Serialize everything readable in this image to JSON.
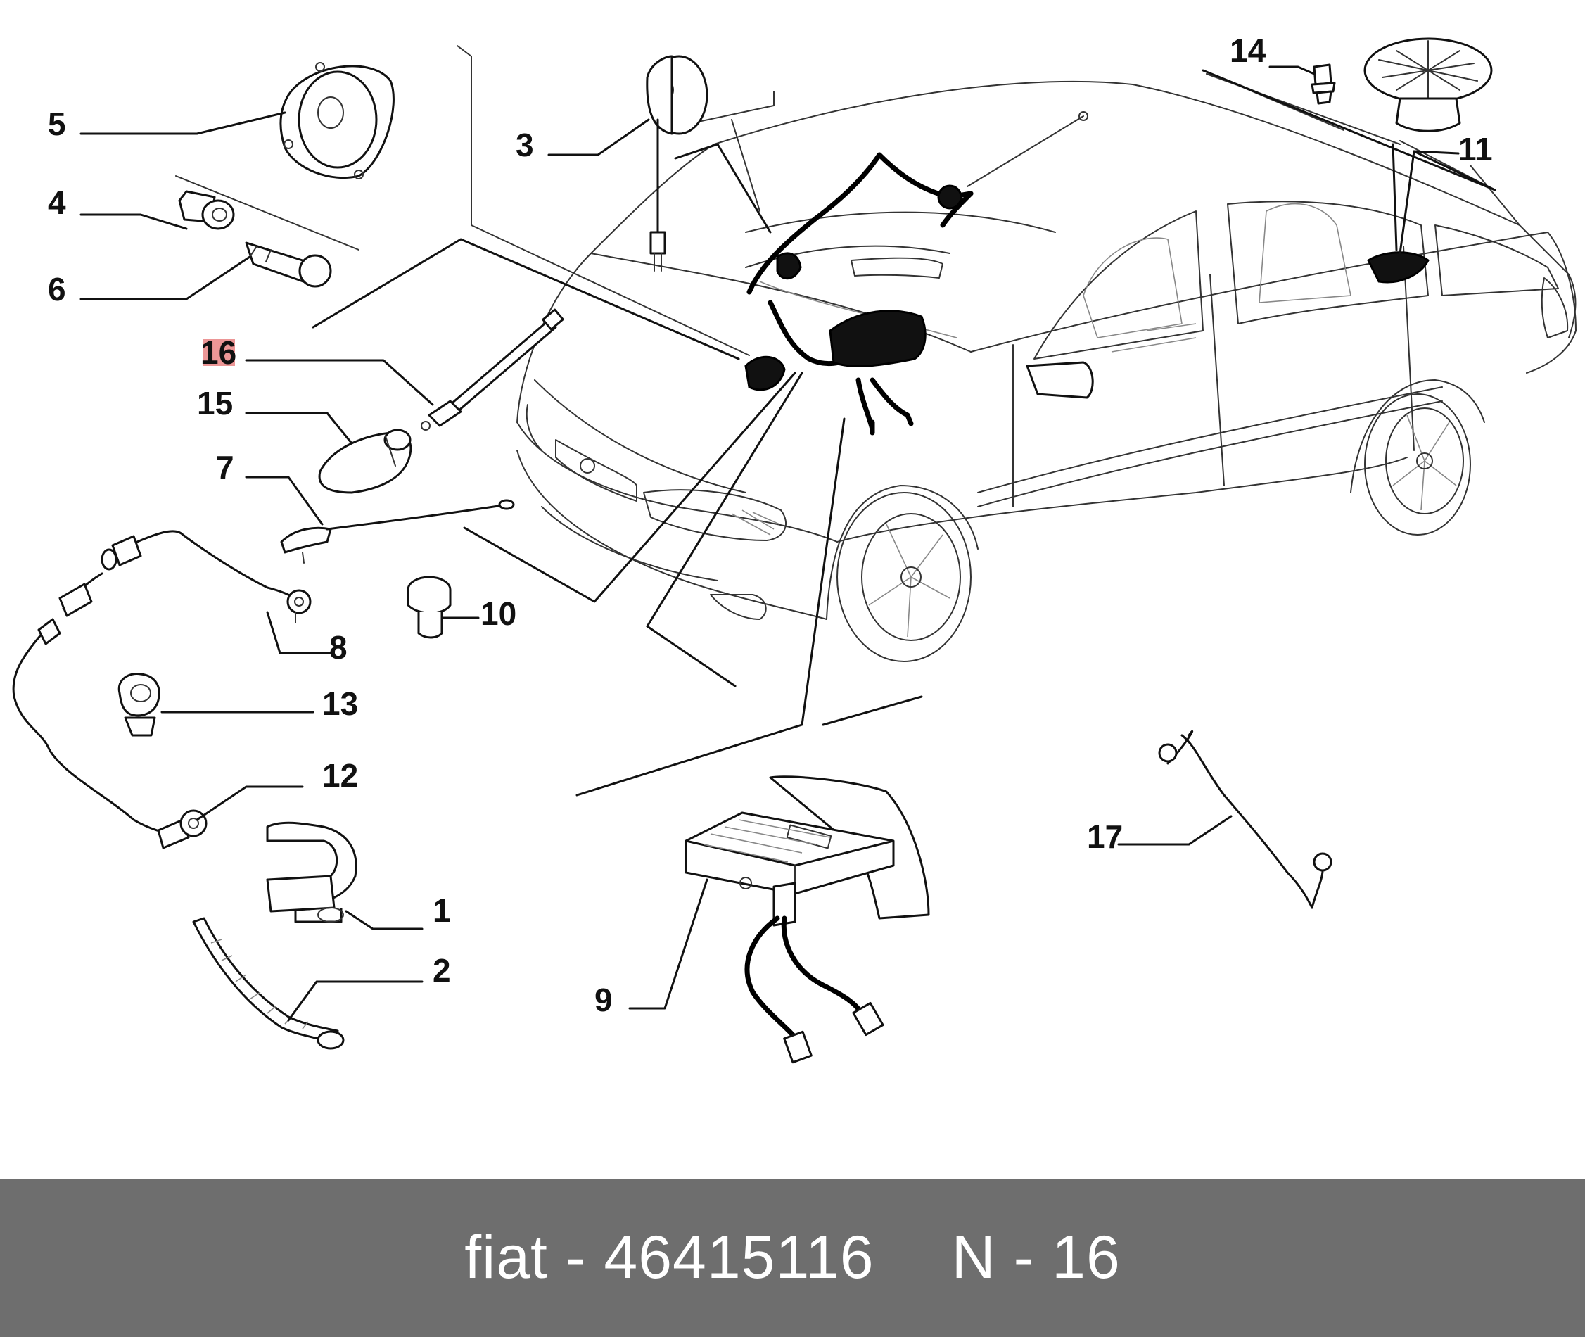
{
  "footer": {
    "brand": "fiat",
    "sep1": " - ",
    "part_number": "46415116",
    "code": "N - 16"
  },
  "callouts": [
    {
      "id": "c1",
      "label": "1"
    },
    {
      "id": "c2",
      "label": "2"
    },
    {
      "id": "c3",
      "label": "3"
    },
    {
      "id": "c4",
      "label": "4"
    },
    {
      "id": "c5",
      "label": "5"
    },
    {
      "id": "c6",
      "label": "6"
    },
    {
      "id": "c7",
      "label": "7"
    },
    {
      "id": "c8",
      "label": "8"
    },
    {
      "id": "c9",
      "label": "9"
    },
    {
      "id": "c10",
      "label": "10"
    },
    {
      "id": "c11",
      "label": "11"
    },
    {
      "id": "c12",
      "label": "12"
    },
    {
      "id": "c13",
      "label": "13"
    },
    {
      "id": "c14",
      "label": "14"
    },
    {
      "id": "c15",
      "label": "15"
    },
    {
      "id": "c16",
      "label": "16"
    },
    {
      "id": "c17",
      "label": "17"
    }
  ],
  "highlighted_callout": "16",
  "colors": {
    "footer_bg": "#6e6e6e",
    "footer_text": "#ffffff",
    "highlight": "#e57373",
    "line": "#111111"
  }
}
